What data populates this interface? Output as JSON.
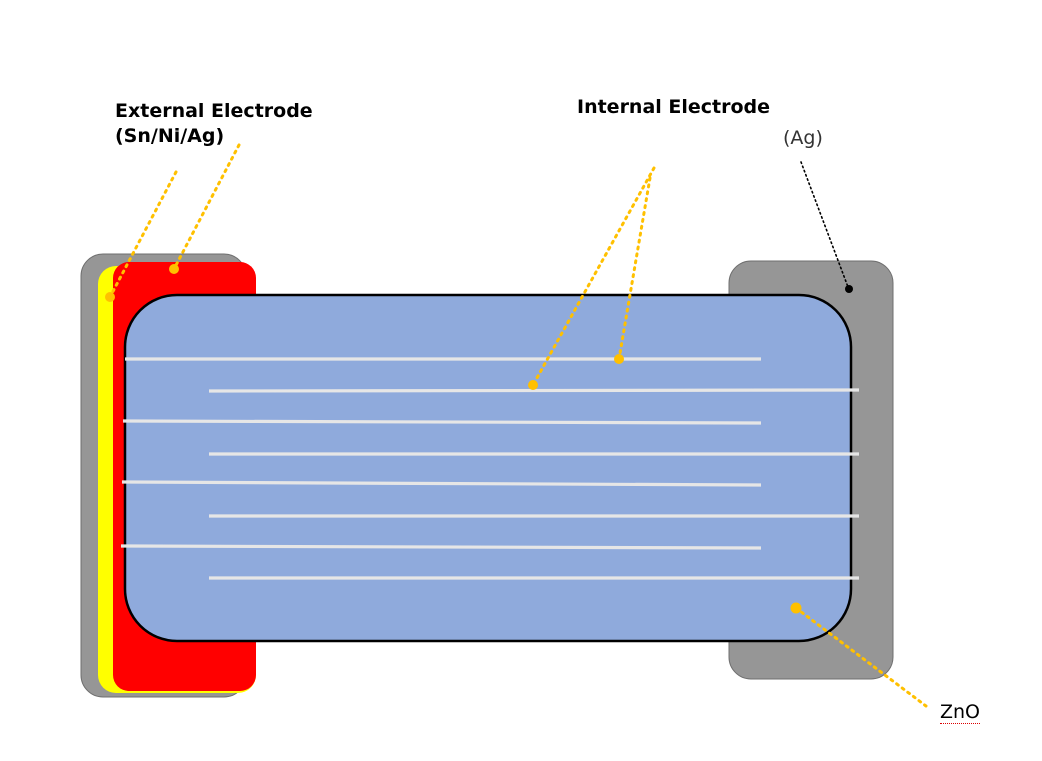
{
  "labels": {
    "external_electrode": "External Electrode\n(Sn/Ni/Ag)",
    "internal_electrode": "Internal Electrode",
    "ag": "(Ag)",
    "zno": "ZnO"
  },
  "colors": {
    "outer_termination": "#969696",
    "nickel_layer": "#ffff00",
    "tin_layer": "#ff0000",
    "ceramic_body": "#8faadc",
    "internal_electrode": "#e6e6e6",
    "leader_line": "#ffc000",
    "ag_leader": "#000000"
  }
}
